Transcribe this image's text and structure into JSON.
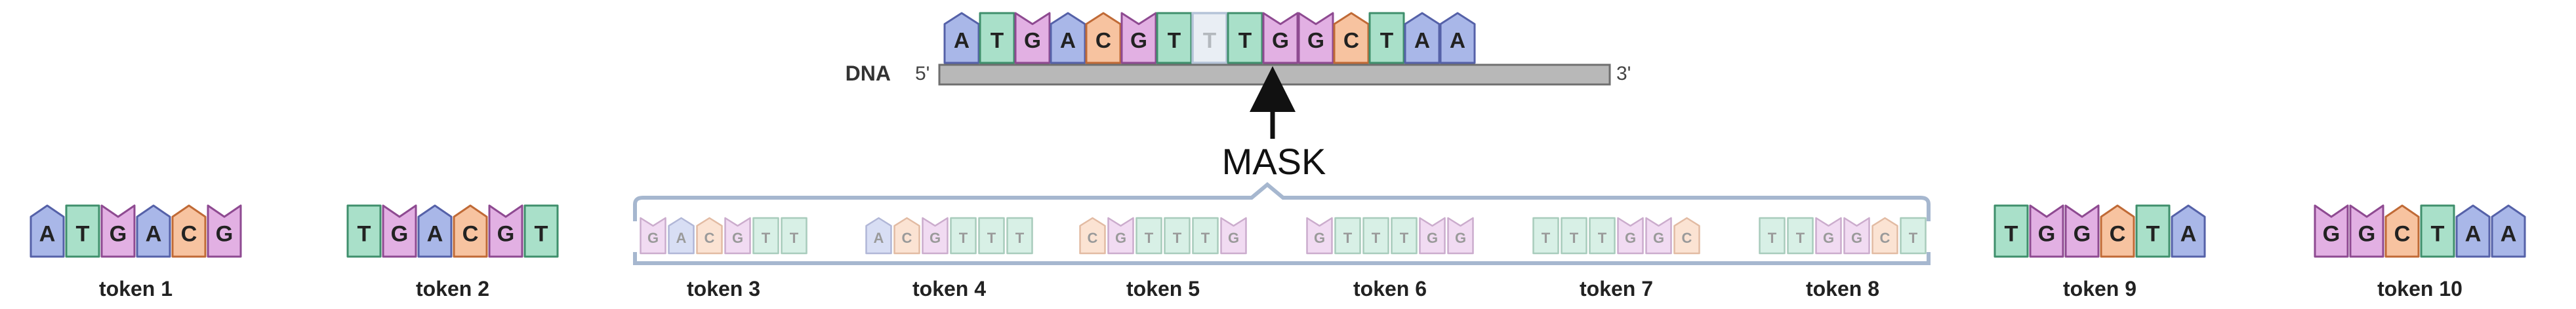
{
  "diagram": {
    "dna_label": "DNA",
    "five_prime": "5'",
    "three_prime": "3'",
    "mask_label": "MASK",
    "sequence": [
      "A",
      "T",
      "G",
      "A",
      "C",
      "G",
      "T",
      "T",
      "T",
      "G",
      "G",
      "C",
      "T",
      "A",
      "A"
    ],
    "masked_index": 7,
    "base_colors": {
      "A": {
        "fill": "#a9b7e8",
        "stroke": "#5561a8"
      },
      "T": {
        "fill": "#a9e0c9",
        "stroke": "#3f8f6c"
      },
      "G": {
        "fill": "#e2b0e3",
        "stroke": "#8e4a91"
      },
      "C": {
        "fill": "#f7c3a0",
        "stroke": "#c06a36"
      }
    },
    "tokens": [
      {
        "label": "token 1",
        "bases": [
          "A",
          "T",
          "G",
          "A",
          "C",
          "G"
        ],
        "faded": false
      },
      {
        "label": "token 2",
        "bases": [
          "T",
          "G",
          "A",
          "C",
          "G",
          "T"
        ],
        "faded": false
      },
      {
        "label": "token 3",
        "bases": [
          "G",
          "A",
          "C",
          "G",
          "T",
          "T"
        ],
        "faded": true
      },
      {
        "label": "token 4",
        "bases": [
          "A",
          "C",
          "G",
          "T",
          "T",
          "T"
        ],
        "faded": true
      },
      {
        "label": "token 5",
        "bases": [
          "C",
          "G",
          "T",
          "T",
          "T",
          "G"
        ],
        "faded": true
      },
      {
        "label": "token 6",
        "bases": [
          "G",
          "T",
          "T",
          "T",
          "G",
          "G"
        ],
        "faded": true
      },
      {
        "label": "token 7",
        "bases": [
          "T",
          "T",
          "T",
          "G",
          "G",
          "C"
        ],
        "faded": true
      },
      {
        "label": "token 8",
        "bases": [
          "T",
          "T",
          "G",
          "G",
          "C",
          "T"
        ],
        "faded": true
      },
      {
        "label": "token 9",
        "bases": [
          "T",
          "G",
          "G",
          "C",
          "T",
          "A"
        ],
        "faded": false
      },
      {
        "label": "token 10",
        "bases": [
          "G",
          "G",
          "C",
          "T",
          "A",
          "A"
        ],
        "faded": false
      }
    ]
  }
}
